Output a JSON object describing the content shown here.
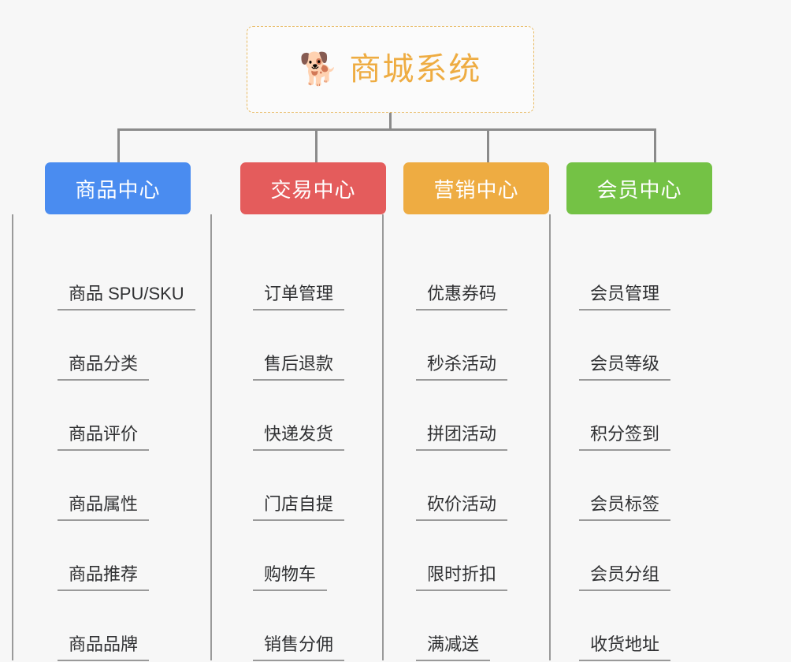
{
  "root": {
    "icon": "shiba-dog-face-emoji",
    "icon_glyph": "🐕",
    "title": "商城系统",
    "accent_color": "#eeac42",
    "border_style": "dashed"
  },
  "connector_color": "#8b8b8b",
  "background_color": "#f7f7f7",
  "columns": [
    {
      "header": "商品中心",
      "color": "#4a8cf0",
      "items": [
        "商品 SPU/SKU",
        "商品分类",
        "商品评价",
        "商品属性",
        "商品推荐",
        "商品品牌"
      ]
    },
    {
      "header": "交易中心",
      "color": "#e45c5c",
      "items": [
        "订单管理",
        "售后退款",
        "快递发货",
        "门店自提",
        "购物车",
        "销售分佣"
      ]
    },
    {
      "header": "营销中心",
      "color": "#eeac42",
      "items": [
        "优惠券码",
        "秒杀活动",
        "拼团活动",
        "砍价活动",
        "限时折扣",
        "满减送"
      ]
    },
    {
      "header": "会员中心",
      "color": "#74c245",
      "items": [
        "会员管理",
        "会员等级",
        "积分签到",
        "会员标签",
        "会员分组",
        "收货地址"
      ]
    }
  ]
}
